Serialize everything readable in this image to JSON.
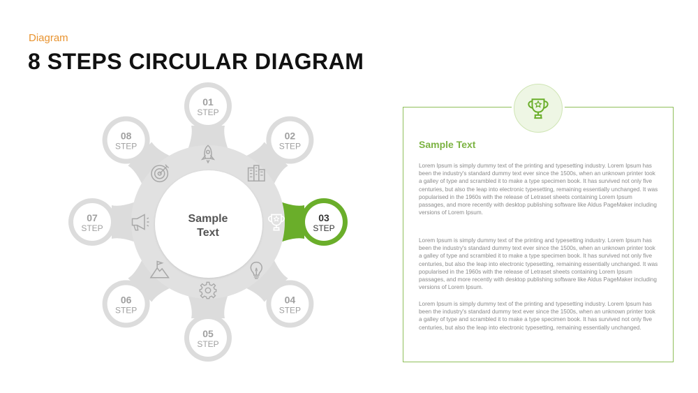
{
  "header": {
    "kicker": "Diagram",
    "title": "8 STEPS CIRCULAR DIAGRAM"
  },
  "diagram": {
    "center_label_line1": "Sample",
    "center_label_line2": "Text",
    "highlight_color": "#6aae2a",
    "base_color": "#dcdcdc",
    "steps": [
      {
        "number": "01",
        "word": "STEP",
        "icon": "rocket-icon",
        "highlighted": false
      },
      {
        "number": "02",
        "word": "STEP",
        "icon": "buildings-icon",
        "highlighted": false
      },
      {
        "number": "03",
        "word": "STEP",
        "icon": "trophy-icon",
        "highlighted": true
      },
      {
        "number": "04",
        "word": "STEP",
        "icon": "lightbulb-icon",
        "highlighted": false
      },
      {
        "number": "05",
        "word": "STEP",
        "icon": "gear-icon",
        "highlighted": false
      },
      {
        "number": "06",
        "word": "STEP",
        "icon": "mountain-flag-icon",
        "highlighted": false
      },
      {
        "number": "07",
        "word": "STEP",
        "icon": "megaphone-icon",
        "highlighted": false
      },
      {
        "number": "08",
        "word": "STEP",
        "icon": "target-icon",
        "highlighted": false
      }
    ]
  },
  "panel": {
    "icon": "trophy-icon",
    "heading": "Sample Text",
    "accent_color": "#7cb342",
    "paragraphs": [
      "Lorem Ipsum is simply dummy text of the printing and typesetting industry. Lorem Ipsum has been the industry's standard dummy text ever since the 1500s, when an unknown printer took a galley of type and scrambled it to make a type specimen book. It has survived not only five centuries, but also the leap into electronic typesetting, remaining essentially unchanged. It was popularised in the 1960s with the release of Letraset sheets containing Lorem Ipsum passages, and more recently with desktop publishing software like Aldus PageMaker including versions of Lorem Ipsum.",
      "Lorem Ipsum is simply dummy text of the printing and typesetting industry. Lorem Ipsum has been the industry's standard dummy text ever since the 1500s, when an unknown printer took a galley of type and scrambled it to make a type specimen book. It has survived not only five centuries, but also the leap into electronic typesetting, remaining essentially unchanged. It was popularised in the 1960s with the release of Letraset sheets containing Lorem Ipsum passages, and more recently with desktop publishing software like Aldus PageMaker including versions of Lorem Ipsum.",
      "Lorem Ipsum is simply dummy text of the printing and typesetting industry. Lorem Ipsum has been the industry's standard dummy text ever since the 1500s, when an unknown printer took a galley of type and scrambled it to make a type specimen book. It has survived not only five centuries, but also the leap into electronic typesetting, remaining essentially unchanged."
    ]
  }
}
